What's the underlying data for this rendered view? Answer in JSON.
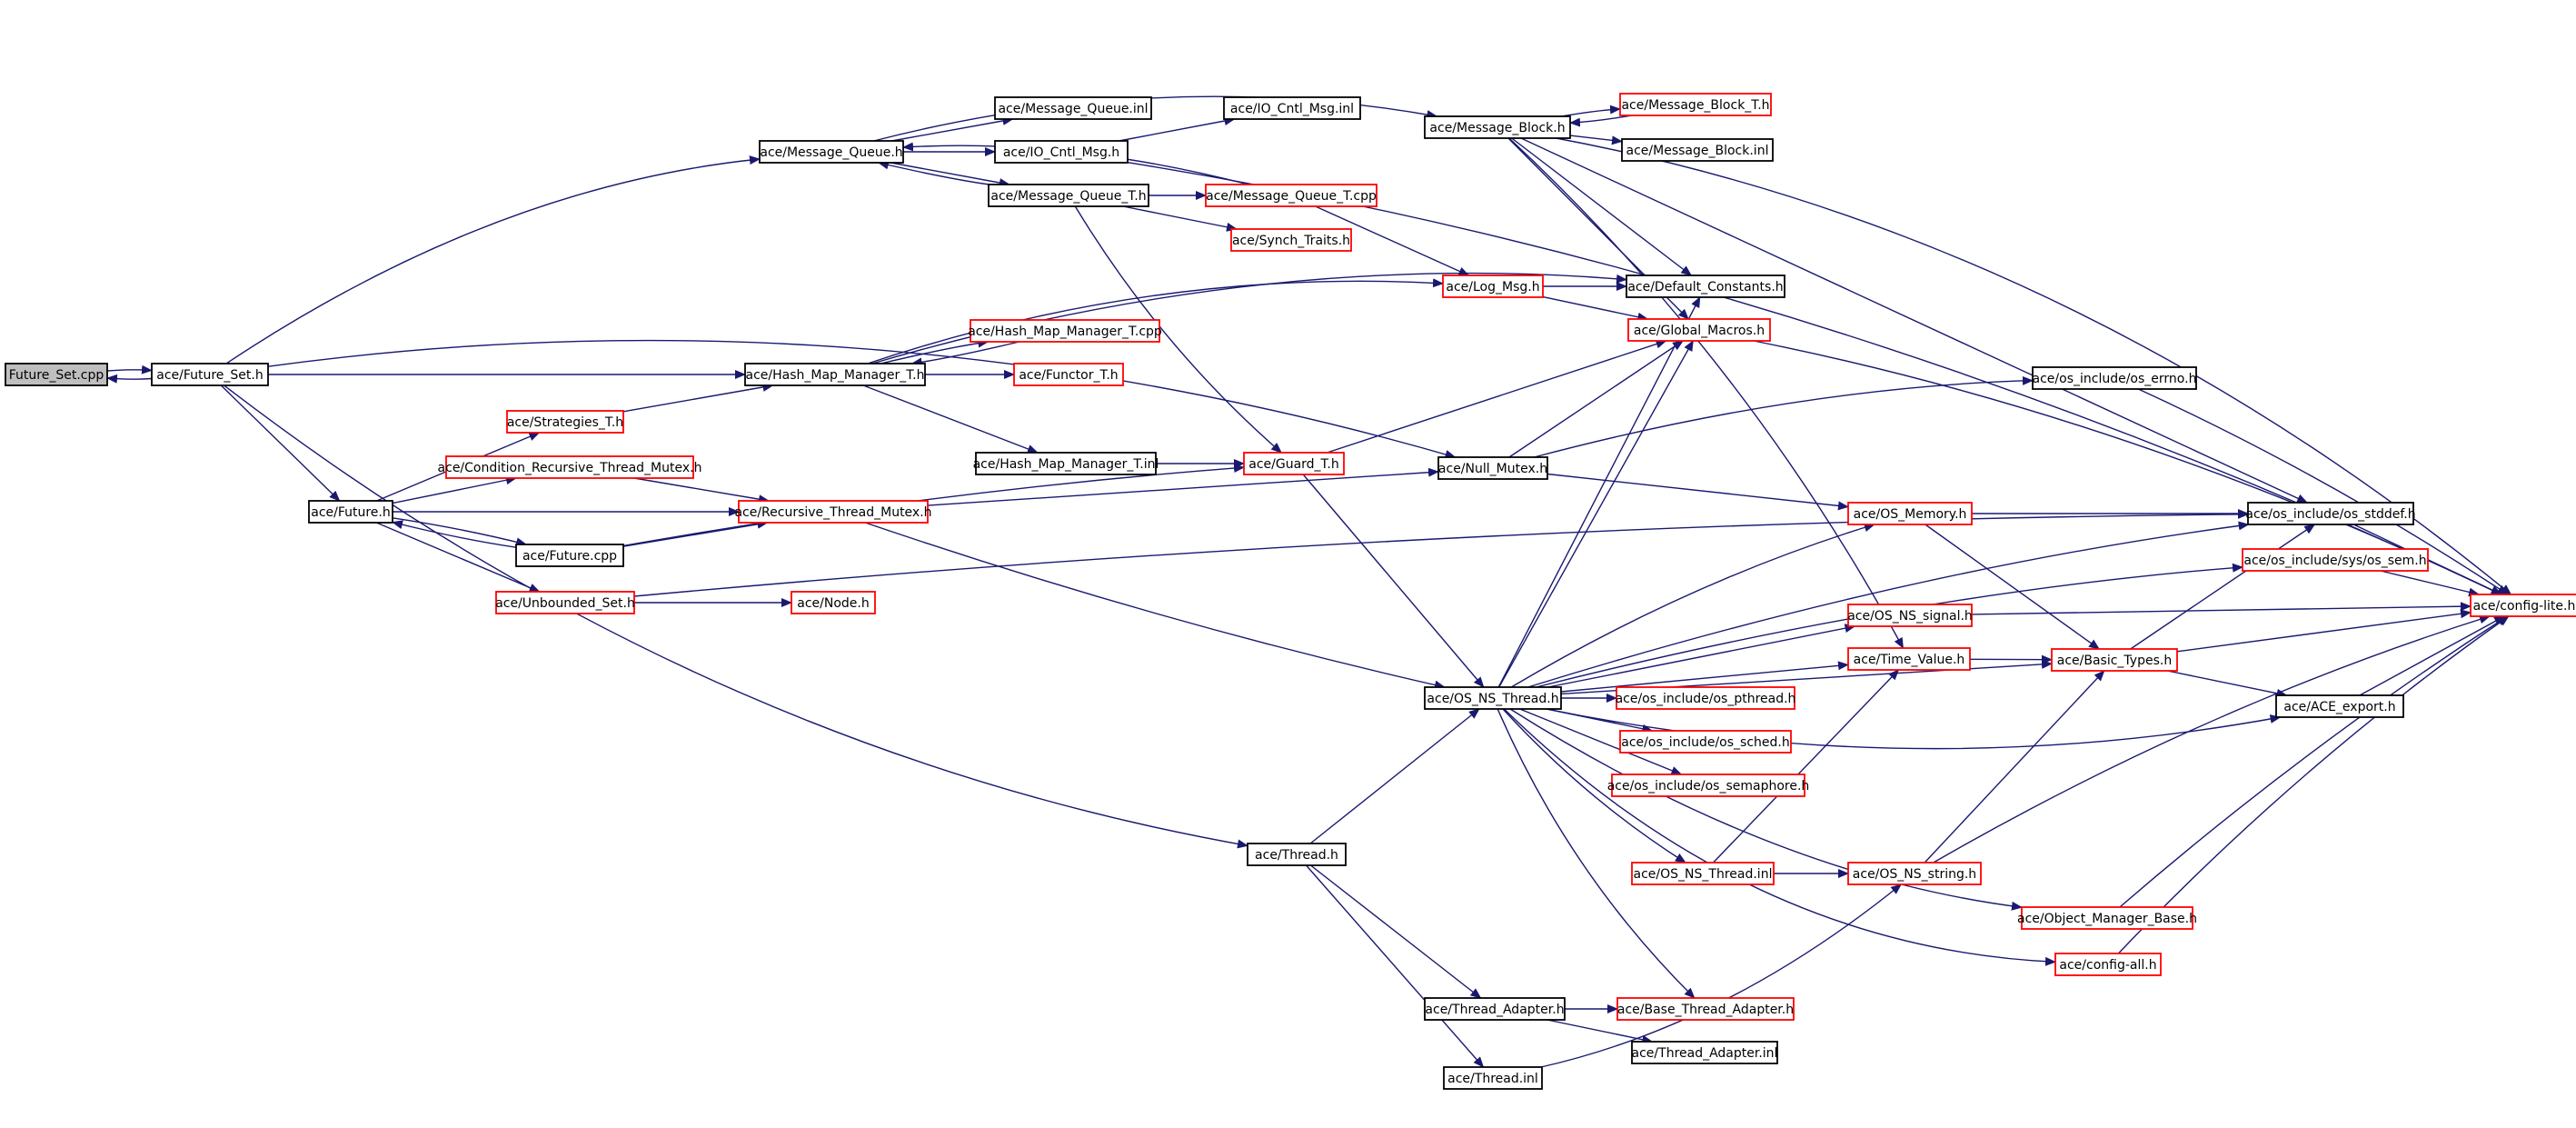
{
  "colors": {
    "edge": "#191970",
    "documented_border": "#000000",
    "undocumented_border": "#ff0000",
    "root_fill": "#bfbfbf",
    "node_fill": "#ffffff"
  },
  "graph": {
    "root": "Future_Set.cpp",
    "nodes": [
      {
        "id": "future_set_cpp",
        "label": "Future_Set.cpp",
        "style": "root"
      },
      {
        "id": "future_set_h",
        "label": "ace/Future_Set.h",
        "style": "black"
      },
      {
        "id": "message_queue_h",
        "label": "ace/Message_Queue.h",
        "style": "black"
      },
      {
        "id": "message_queue_inl",
        "label": "ace/Message_Queue.inl",
        "style": "black"
      },
      {
        "id": "io_cntl_msg_inl",
        "label": "ace/IO_Cntl_Msg.inl",
        "style": "black"
      },
      {
        "id": "io_cntl_msg_h",
        "label": "ace/IO_Cntl_Msg.h",
        "style": "black"
      },
      {
        "id": "message_queue_t_h",
        "label": "ace/Message_Queue_T.h",
        "style": "black"
      },
      {
        "id": "message_queue_t_cpp",
        "label": "ace/Message_Queue_T.cpp",
        "style": "red"
      },
      {
        "id": "synch_traits_h",
        "label": "ace/Synch_Traits.h",
        "style": "red"
      },
      {
        "id": "message_block_h",
        "label": "ace/Message_Block.h",
        "style": "black"
      },
      {
        "id": "message_block_t_h",
        "label": "ace/Message_Block_T.h",
        "style": "red"
      },
      {
        "id": "message_block_inl",
        "label": "ace/Message_Block.inl",
        "style": "black"
      },
      {
        "id": "log_msg_h",
        "label": "ace/Log_Msg.h",
        "style": "red"
      },
      {
        "id": "default_constants_h",
        "label": "ace/Default_Constants.h",
        "style": "black"
      },
      {
        "id": "global_macros_h",
        "label": "ace/Global_Macros.h",
        "style": "red"
      },
      {
        "id": "hash_map_manager_t_h",
        "label": "ace/Hash_Map_Manager_T.h",
        "style": "black"
      },
      {
        "id": "hash_map_manager_t_cpp",
        "label": "ace/Hash_Map_Manager_T.cpp",
        "style": "red"
      },
      {
        "id": "functor_t_h",
        "label": "ace/Functor_T.h",
        "style": "red"
      },
      {
        "id": "hash_map_manager_t_inl",
        "label": "ace/Hash_Map_Manager_T.inl",
        "style": "black"
      },
      {
        "id": "guard_t_h",
        "label": "ace/Guard_T.h",
        "style": "red"
      },
      {
        "id": "null_mutex_h",
        "label": "ace/Null_Mutex.h",
        "style": "black"
      },
      {
        "id": "os_errno_h",
        "label": "ace/os_include/os_errno.h",
        "style": "black"
      },
      {
        "id": "strategies_t_h",
        "label": "ace/Strategies_T.h",
        "style": "red"
      },
      {
        "id": "cond_rec_thread_mutex_h",
        "label": "ace/Condition_Recursive_Thread_Mutex.h",
        "style": "red"
      },
      {
        "id": "future_h",
        "label": "ace/Future.h",
        "style": "black"
      },
      {
        "id": "recursive_thread_mutex_h",
        "label": "ace/Recursive_Thread_Mutex.h",
        "style": "red"
      },
      {
        "id": "future_cpp",
        "label": "ace/Future.cpp",
        "style": "black"
      },
      {
        "id": "unbounded_set_h",
        "label": "ace/Unbounded_Set.h",
        "style": "red"
      },
      {
        "id": "node_h",
        "label": "ace/Node.h",
        "style": "red"
      },
      {
        "id": "os_memory_h",
        "label": "ace/OS_Memory.h",
        "style": "red"
      },
      {
        "id": "os_stddef_h",
        "label": "ace/os_include/os_stddef.h",
        "style": "black"
      },
      {
        "id": "os_sem_h",
        "label": "ace/os_include/sys/os_sem.h",
        "style": "red"
      },
      {
        "id": "os_ns_signal_h",
        "label": "ace/OS_NS_signal.h",
        "style": "red"
      },
      {
        "id": "config_lite_h",
        "label": "ace/config-lite.h",
        "style": "red"
      },
      {
        "id": "time_value_h",
        "label": "ace/Time_Value.h",
        "style": "red"
      },
      {
        "id": "basic_types_h",
        "label": "ace/Basic_Types.h",
        "style": "red"
      },
      {
        "id": "os_ns_thread_h",
        "label": "ace/OS_NS_Thread.h",
        "style": "black"
      },
      {
        "id": "os_pthread_h",
        "label": "ace/os_include/os_pthread.h",
        "style": "red"
      },
      {
        "id": "ace_export_h",
        "label": "ace/ACE_export.h",
        "style": "black"
      },
      {
        "id": "os_sched_h",
        "label": "ace/os_include/os_sched.h",
        "style": "red"
      },
      {
        "id": "os_semaphore_h",
        "label": "ace/os_include/os_semaphore.h",
        "style": "red"
      },
      {
        "id": "thread_h",
        "label": "ace/Thread.h",
        "style": "black"
      },
      {
        "id": "os_ns_thread_inl",
        "label": "ace/OS_NS_Thread.inl",
        "style": "red"
      },
      {
        "id": "os_ns_string_h",
        "label": "ace/OS_NS_string.h",
        "style": "red"
      },
      {
        "id": "object_manager_base_h",
        "label": "ace/Object_Manager_Base.h",
        "style": "red"
      },
      {
        "id": "config_all_h",
        "label": "ace/config-all.h",
        "style": "red"
      },
      {
        "id": "thread_adapter_h",
        "label": "ace/Thread_Adapter.h",
        "style": "black"
      },
      {
        "id": "base_thread_adapter_h",
        "label": "ace/Base_Thread_Adapter.h",
        "style": "red"
      },
      {
        "id": "thread_adapter_inl",
        "label": "ace/Thread_Adapter.inl",
        "style": "black"
      },
      {
        "id": "thread_inl",
        "label": "ace/Thread.inl",
        "style": "black"
      }
    ],
    "edges": [
      [
        "future_set_cpp",
        "future_set_h"
      ],
      [
        "future_set_h",
        "future_set_cpp"
      ],
      [
        "future_set_h",
        "message_queue_h"
      ],
      [
        "future_set_h",
        "hash_map_manager_t_h"
      ],
      [
        "future_set_h",
        "null_mutex_h"
      ],
      [
        "future_set_h",
        "future_h"
      ],
      [
        "future_set_h",
        "thread_h"
      ],
      [
        "message_queue_h",
        "message_queue_inl"
      ],
      [
        "message_queue_h",
        "io_cntl_msg_h"
      ],
      [
        "message_queue_h",
        "message_queue_t_h"
      ],
      [
        "message_queue_h",
        "message_block_h"
      ],
      [
        "io_cntl_msg_h",
        "io_cntl_msg_inl"
      ],
      [
        "io_cntl_msg_h",
        "config_lite_h"
      ],
      [
        "message_queue_t_h",
        "message_queue_h"
      ],
      [
        "message_queue_t_h",
        "message_queue_t_cpp"
      ],
      [
        "message_queue_t_h",
        "synch_traits_h"
      ],
      [
        "message_queue_t_h",
        "guard_t_h"
      ],
      [
        "message_queue_t_cpp",
        "message_queue_h"
      ],
      [
        "message_queue_t_cpp",
        "log_msg_h"
      ],
      [
        "message_block_h",
        "message_block_t_h"
      ],
      [
        "message_block_t_h",
        "message_block_h"
      ],
      [
        "message_block_h",
        "message_block_inl"
      ],
      [
        "message_block_h",
        "default_constants_h"
      ],
      [
        "message_block_h",
        "global_macros_h"
      ],
      [
        "message_block_h",
        "os_stddef_h"
      ],
      [
        "message_block_h",
        "time_value_h"
      ],
      [
        "message_block_h",
        "config_lite_h"
      ],
      [
        "log_msg_h",
        "default_constants_h"
      ],
      [
        "log_msg_h",
        "global_macros_h"
      ],
      [
        "global_macros_h",
        "config_lite_h"
      ],
      [
        "hash_map_manager_t_h",
        "hash_map_manager_t_cpp"
      ],
      [
        "hash_map_manager_t_cpp",
        "hash_map_manager_t_h"
      ],
      [
        "hash_map_manager_t_h",
        "functor_t_h"
      ],
      [
        "hash_map_manager_t_h",
        "hash_map_manager_t_inl"
      ],
      [
        "hash_map_manager_t_h",
        "log_msg_h"
      ],
      [
        "hash_map_manager_t_h",
        "default_constants_h"
      ],
      [
        "hash_map_manager_t_inl",
        "guard_t_h"
      ],
      [
        "guard_t_h",
        "global_macros_h"
      ],
      [
        "guard_t_h",
        "os_ns_thread_h"
      ],
      [
        "null_mutex_h",
        "os_errno_h"
      ],
      [
        "null_mutex_h",
        "global_macros_h"
      ],
      [
        "null_mutex_h",
        "os_memory_h"
      ],
      [
        "os_errno_h",
        "config_lite_h"
      ],
      [
        "future_h",
        "strategies_t_h"
      ],
      [
        "future_h",
        "cond_rec_thread_mutex_h"
      ],
      [
        "future_h",
        "future_cpp"
      ],
      [
        "future_h",
        "unbounded_set_h"
      ],
      [
        "future_h",
        "recursive_thread_mutex_h"
      ],
      [
        "future_cpp",
        "future_h"
      ],
      [
        "future_cpp",
        "recursive_thread_mutex_h"
      ],
      [
        "future_cpp",
        "guard_t_h"
      ],
      [
        "strategies_t_h",
        "hash_map_manager_t_h"
      ],
      [
        "cond_rec_thread_mutex_h",
        "recursive_thread_mutex_h"
      ],
      [
        "recursive_thread_mutex_h",
        "null_mutex_h"
      ],
      [
        "recursive_thread_mutex_h",
        "os_ns_thread_h"
      ],
      [
        "unbounded_set_h",
        "node_h"
      ],
      [
        "unbounded_set_h",
        "os_stddef_h"
      ],
      [
        "os_memory_h",
        "os_stddef_h"
      ],
      [
        "os_memory_h",
        "basic_types_h"
      ],
      [
        "os_stddef_h",
        "config_lite_h"
      ],
      [
        "os_sem_h",
        "config_lite_h"
      ],
      [
        "os_ns_signal_h",
        "config_lite_h"
      ],
      [
        "time_value_h",
        "basic_types_h"
      ],
      [
        "basic_types_h",
        "os_stddef_h"
      ],
      [
        "basic_types_h",
        "config_lite_h"
      ],
      [
        "basic_types_h",
        "ace_export_h"
      ],
      [
        "ace_export_h",
        "config_lite_h"
      ],
      [
        "os_ns_thread_h",
        "global_macros_h"
      ],
      [
        "os_ns_thread_h",
        "default_constants_h"
      ],
      [
        "os_ns_thread_h",
        "os_memory_h"
      ],
      [
        "os_ns_thread_h",
        "os_stddef_h"
      ],
      [
        "os_ns_thread_h",
        "os_sem_h"
      ],
      [
        "os_ns_thread_h",
        "os_ns_signal_h"
      ],
      [
        "os_ns_thread_h",
        "time_value_h"
      ],
      [
        "os_ns_thread_h",
        "basic_types_h"
      ],
      [
        "os_ns_thread_h",
        "os_pthread_h"
      ],
      [
        "os_ns_thread_h",
        "os_sched_h"
      ],
      [
        "os_ns_thread_h",
        "os_semaphore_h"
      ],
      [
        "os_ns_thread_h",
        "ace_export_h"
      ],
      [
        "os_ns_thread_h",
        "os_ns_thread_inl"
      ],
      [
        "os_ns_thread_h",
        "object_manager_base_h"
      ],
      [
        "os_ns_thread_h",
        "config_all_h"
      ],
      [
        "os_ns_thread_h",
        "base_thread_adapter_h"
      ],
      [
        "os_ns_thread_inl",
        "os_ns_string_h"
      ],
      [
        "os_ns_thread_inl",
        "time_value_h"
      ],
      [
        "os_ns_string_h",
        "basic_types_h"
      ],
      [
        "os_ns_string_h",
        "config_lite_h"
      ],
      [
        "object_manager_base_h",
        "config_lite_h"
      ],
      [
        "config_all_h",
        "config_lite_h"
      ],
      [
        "thread_h",
        "os_ns_thread_h"
      ],
      [
        "thread_h",
        "thread_adapter_h"
      ],
      [
        "thread_h",
        "thread_inl"
      ],
      [
        "thread_adapter_h",
        "base_thread_adapter_h"
      ],
      [
        "thread_adapter_h",
        "thread_adapter_inl"
      ],
      [
        "thread_inl",
        "os_ns_string_h"
      ]
    ]
  }
}
